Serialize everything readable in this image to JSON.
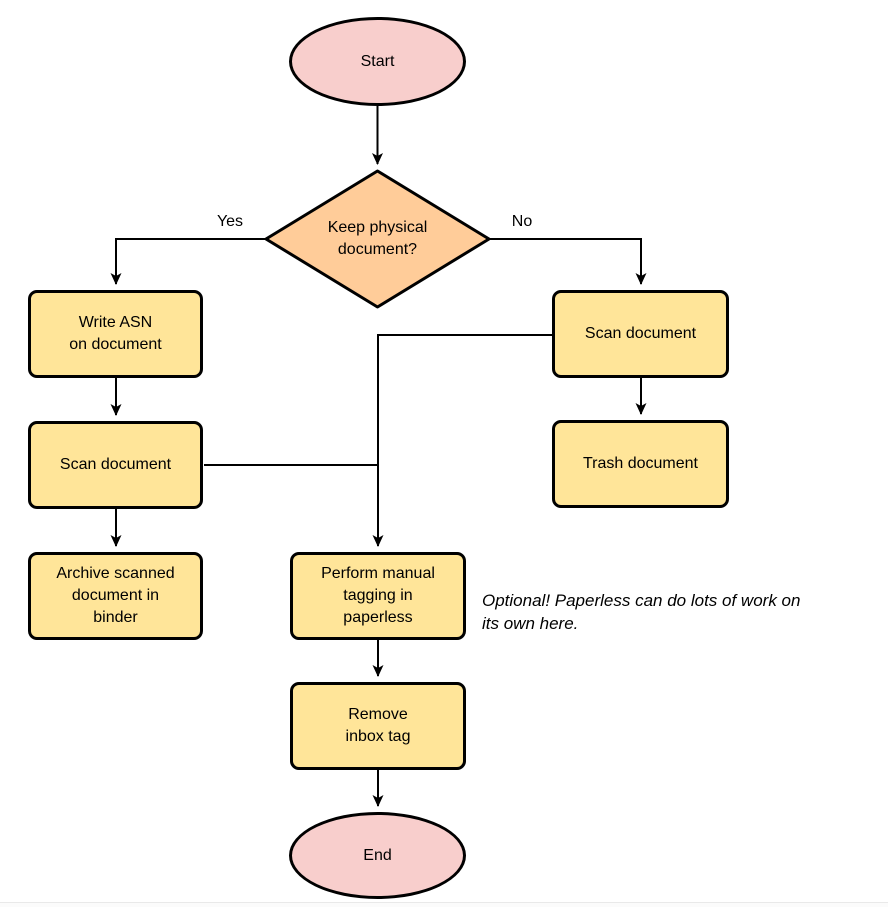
{
  "colors": {
    "terminal_fill": "#F8CECC",
    "decision_fill": "#FFCC99",
    "process_fill": "#FFE599",
    "stroke": "#000000",
    "text": "#000000"
  },
  "nodes": {
    "start": {
      "label": "Start",
      "type": "terminal"
    },
    "decision": {
      "label": "Keep physical\ndocument?",
      "type": "decision"
    },
    "write_asn": {
      "label": "Write ASN\non document",
      "type": "process"
    },
    "scan_left": {
      "label": "Scan document",
      "type": "process"
    },
    "archive": {
      "label": "Archive scanned\ndocument in\nbinder",
      "type": "process"
    },
    "scan_right": {
      "label": "Scan document",
      "type": "process"
    },
    "trash": {
      "label": "Trash document",
      "type": "process"
    },
    "perform_tagging": {
      "label": "Perform manual\ntagging in\npaperless",
      "type": "process"
    },
    "remove_inbox": {
      "label": "Remove\ninbox tag",
      "type": "process"
    },
    "end": {
      "label": "End",
      "type": "terminal"
    }
  },
  "edge_labels": {
    "yes": "Yes",
    "no": "No"
  },
  "note": {
    "text": "Optional! Paperless can do lots of work on\nits own here."
  }
}
